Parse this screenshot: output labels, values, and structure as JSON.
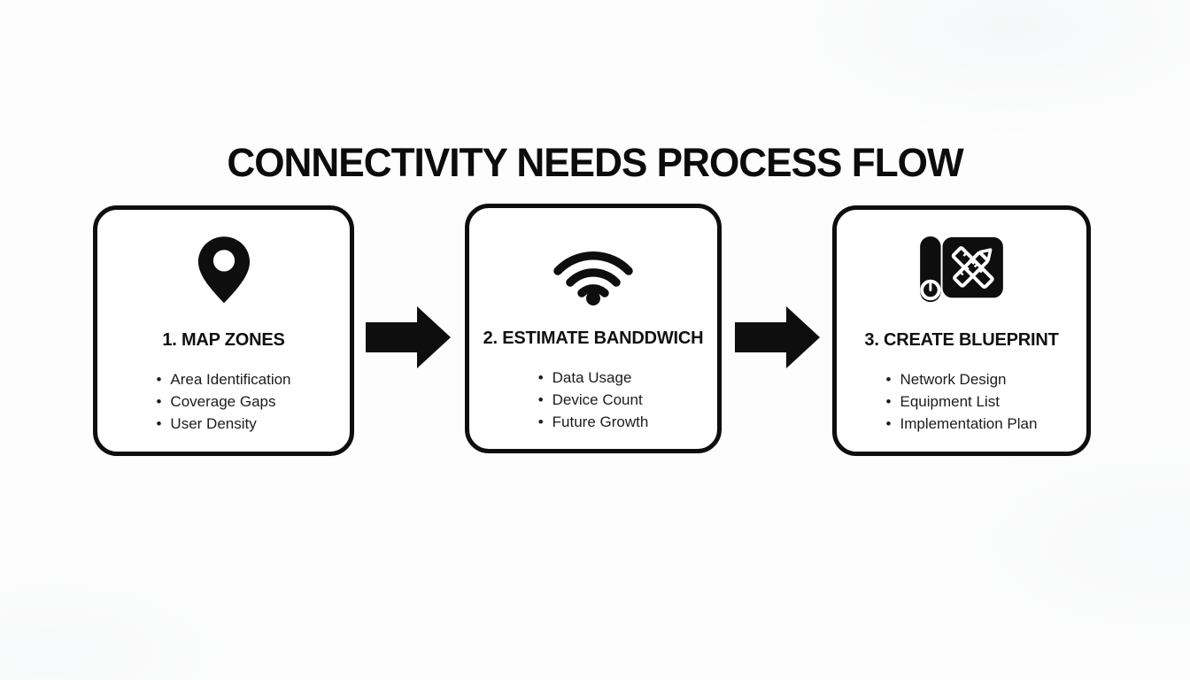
{
  "page": {
    "title": "CONNECTIVITY NEEDS PROCESS FLOW"
  },
  "ui": {
    "bullet": "•"
  },
  "colors": {
    "ink": "#0e0e0e",
    "card_background": "#ffffff",
    "page_background": "#fdfdfd"
  },
  "flow": {
    "connector_icon": "arrow-right-icon",
    "steps": [
      {
        "icon": "map-pin-icon",
        "title": "1. MAP ZONES",
        "items": [
          "Area Identification",
          "Coverage Gaps",
          "User Density"
        ]
      },
      {
        "icon": "wifi-icon",
        "title": "2. ESTIMATE BANDDWICH",
        "items": [
          "Data Usage",
          "Device Count",
          "Future Growth"
        ]
      },
      {
        "icon": "blueprint-icon",
        "title": "3. CREATE BLUEPRINT",
        "items": [
          "Network Design",
          "Equipment List",
          "Implementation Plan"
        ]
      }
    ]
  }
}
